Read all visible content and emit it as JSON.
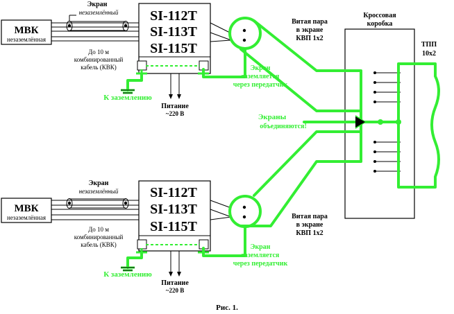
{
  "colors": {
    "line": "#000000",
    "green": "#33ee33",
    "background": "#ffffff"
  },
  "top": {
    "mvk": {
      "title": "МВК",
      "sub": "незаземлённая"
    },
    "screen_label_1": "Экран",
    "screen_label_2": "незаземлённый",
    "cable_1": "До 10 м",
    "cable_2": "комбинированный",
    "cable_3": "кабель (КВК)",
    "models": [
      "SI-112T",
      "SI-113T",
      "SI-115T"
    ],
    "ground_label": "К заземлению",
    "power_1": "Питание",
    "power_2": "~220 В",
    "screen_grounded_1": "Экран",
    "screen_grounded_2": "заземляется",
    "screen_grounded_3": "через передатчик",
    "tp_1": "Витая пара",
    "tp_2": "в экране",
    "tp_3": "КВП 1х2"
  },
  "bottom": {
    "mvk": {
      "title": "МВК",
      "sub": "незаземлённая"
    },
    "screen_label_1": "Экран",
    "screen_label_2": "незаземлённый",
    "cable_1": "До 10 м",
    "cable_2": "комбинированный",
    "cable_3": "кабель (КВК)",
    "models": [
      "SI-112T",
      "SI-113T",
      "SI-115T"
    ],
    "ground_label": "К заземлению",
    "power_1": "Питание",
    "power_2": "~220 В",
    "screen_grounded_1": "Экран",
    "screen_grounded_2": "заземляется",
    "screen_grounded_3": "через передатчик",
    "tp_1": "Витая пара",
    "tp_2": "в экране",
    "tp_3": "КВП 1х2"
  },
  "cross_box": {
    "label_1": "Кроссовая",
    "label_2": "коробка"
  },
  "tpp": {
    "label_1": "ТПП",
    "label_2": "10х2"
  },
  "screens_joined_1": "Экраны",
  "screens_joined_2": "объединяются!",
  "caption": "Рис. 1."
}
